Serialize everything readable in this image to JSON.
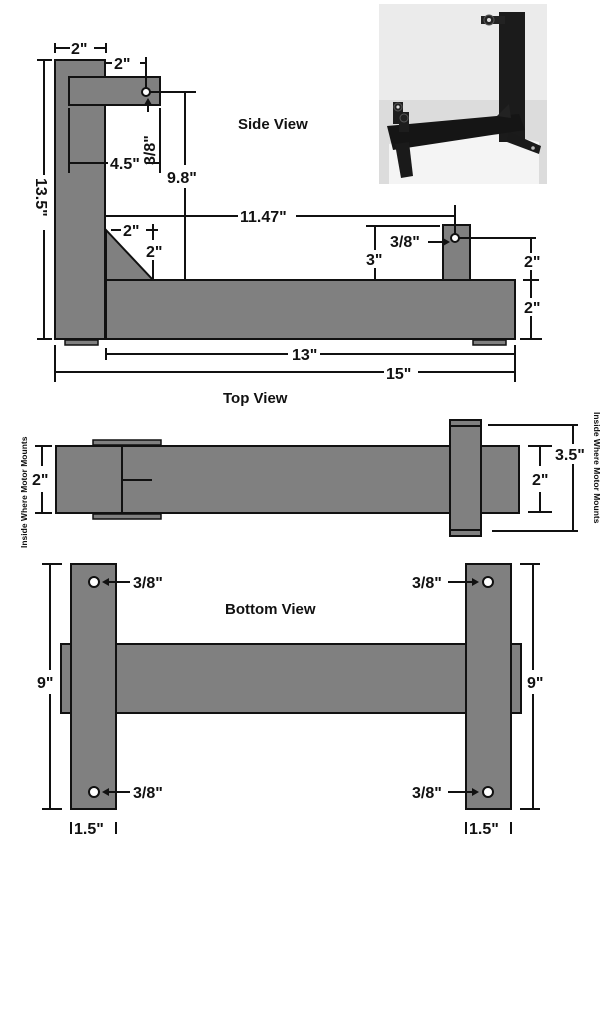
{
  "views": {
    "side": {
      "title": "Side View"
    },
    "top": {
      "title": "Top View"
    },
    "bottom": {
      "title": "Bottom View"
    }
  },
  "side_view": {
    "upright_width": "2\"",
    "arm_offset": "2\"",
    "arm_hole": "3/8\"",
    "arm_length": "4.5\"",
    "arm_hole_height": "9.8\"",
    "overall_height": "13.5\"",
    "gusset_width": "2\"",
    "gusset_height": "2\"",
    "hole_span": "11.47\"",
    "tab_hole": "3/8\"",
    "tab_offset": "3\"",
    "tab_hole_height": "2\"",
    "base_height": "2\"",
    "base_length": "13\"",
    "overall_length": "15\""
  },
  "top_view": {
    "side_note": "Inside Where Motor Mounts",
    "left_width": "2\"",
    "right_width": "2\"",
    "right_outer_width": "3.5\""
  },
  "bottom_view": {
    "left_height": "9\"",
    "right_height": "9\"",
    "left_hole_top": "3/8\"",
    "left_hole_bottom": "3/8\"",
    "right_hole_top": "3/8\"",
    "right_hole_bottom": "3/8\"",
    "left_plate_width": "1.5\"",
    "right_plate_width": "1.5\""
  },
  "photo": {
    "alt": "photo of black steel motor mount stand"
  },
  "colors": {
    "steel": "#808080",
    "line": "#111111",
    "background": "#ffffff"
  }
}
